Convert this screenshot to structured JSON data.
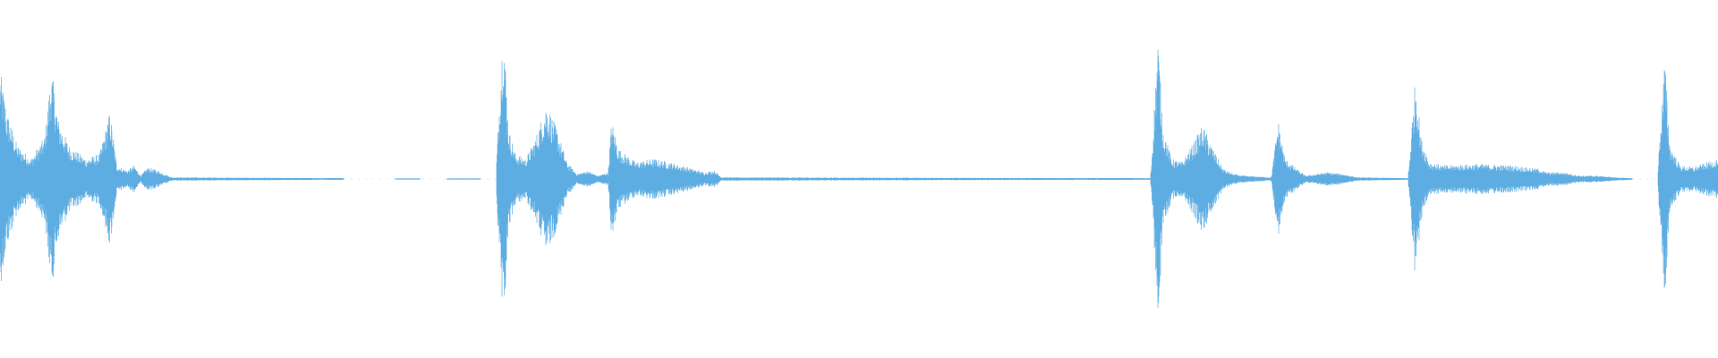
{
  "waveform": {
    "color": "#5dade2",
    "background": "#ffffff",
    "baseline_level": 0.0,
    "segments": [
      {
        "name": "burst-1",
        "start": 0.0,
        "end": 0.1,
        "peak": 0.7,
        "envelope": [
          [
            0.0,
            0.65
          ],
          [
            0.004,
            0.4
          ],
          [
            0.01,
            0.2
          ],
          [
            0.018,
            0.12
          ],
          [
            0.026,
            0.25
          ],
          [
            0.03,
            0.65
          ],
          [
            0.034,
            0.35
          ],
          [
            0.04,
            0.2
          ],
          [
            0.05,
            0.12
          ],
          [
            0.058,
            0.15
          ],
          [
            0.064,
            0.4
          ],
          [
            0.068,
            0.08
          ],
          [
            0.074,
            0.05
          ],
          [
            0.078,
            0.08
          ],
          [
            0.082,
            0.02
          ],
          [
            0.086,
            0.07
          ],
          [
            0.092,
            0.05
          ],
          [
            0.1,
            0.01
          ]
        ]
      },
      {
        "name": "trail-1",
        "start": 0.1,
        "end": 0.2,
        "peak": 0.01,
        "envelope": [
          [
            0.1,
            0.01
          ],
          [
            0.2,
            0.005
          ]
        ]
      },
      {
        "name": "burst-2",
        "start": 0.289,
        "end": 0.42,
        "peak": 0.95,
        "envelope": [
          [
            0.289,
            0.1
          ],
          [
            0.291,
            0.55
          ],
          [
            0.293,
            0.95
          ],
          [
            0.296,
            0.3
          ],
          [
            0.3,
            0.15
          ],
          [
            0.306,
            0.12
          ],
          [
            0.312,
            0.25
          ],
          [
            0.318,
            0.45
          ],
          [
            0.324,
            0.3
          ],
          [
            0.33,
            0.1
          ],
          [
            0.336,
            0.03
          ],
          [
            0.342,
            0.05
          ],
          [
            0.348,
            0.02
          ],
          [
            0.354,
            0.04
          ],
          [
            0.356,
            0.35
          ],
          [
            0.36,
            0.18
          ],
          [
            0.37,
            0.1
          ],
          [
            0.38,
            0.12
          ],
          [
            0.39,
            0.1
          ],
          [
            0.4,
            0.07
          ],
          [
            0.41,
            0.04
          ],
          [
            0.416,
            0.05
          ],
          [
            0.42,
            0.01
          ]
        ]
      },
      {
        "name": "trail-2",
        "start": 0.42,
        "end": 0.67,
        "peak": 0.01,
        "envelope": [
          [
            0.42,
            0.01
          ],
          [
            0.67,
            0.005
          ]
        ]
      },
      {
        "name": "burst-3",
        "start": 0.67,
        "end": 0.76,
        "peak": 0.85,
        "envelope": [
          [
            0.67,
            0.05
          ],
          [
            0.672,
            0.45
          ],
          [
            0.674,
            0.85
          ],
          [
            0.677,
            0.3
          ],
          [
            0.682,
            0.12
          ],
          [
            0.688,
            0.1
          ],
          [
            0.694,
            0.2
          ],
          [
            0.7,
            0.32
          ],
          [
            0.706,
            0.18
          ],
          [
            0.712,
            0.06
          ],
          [
            0.718,
            0.03
          ],
          [
            0.724,
            0.02
          ],
          [
            0.74,
            0.01
          ],
          [
            0.744,
            0.35
          ],
          [
            0.748,
            0.12
          ],
          [
            0.756,
            0.05
          ],
          [
            0.76,
            0.02
          ]
        ]
      },
      {
        "name": "trail-3",
        "start": 0.76,
        "end": 0.82,
        "peak": 0.04,
        "envelope": [
          [
            0.76,
            0.02
          ],
          [
            0.772,
            0.04
          ],
          [
            0.782,
            0.03
          ],
          [
            0.79,
            0.01
          ],
          [
            0.82,
            0.005
          ]
        ]
      },
      {
        "name": "burst-4",
        "start": 0.82,
        "end": 0.95,
        "peak": 0.62,
        "envelope": [
          [
            0.82,
            0.05
          ],
          [
            0.822,
            0.35
          ],
          [
            0.824,
            0.62
          ],
          [
            0.827,
            0.25
          ],
          [
            0.832,
            0.1
          ],
          [
            0.84,
            0.08
          ],
          [
            0.86,
            0.09
          ],
          [
            0.88,
            0.08
          ],
          [
            0.896,
            0.06
          ],
          [
            0.9,
            0.04
          ],
          [
            0.91,
            0.04
          ],
          [
            0.92,
            0.02
          ],
          [
            0.93,
            0.02
          ],
          [
            0.94,
            0.01
          ],
          [
            0.95,
            0.005
          ]
        ]
      },
      {
        "name": "burst-5",
        "start": 0.965,
        "end": 1.0,
        "peak": 0.72,
        "envelope": [
          [
            0.965,
            0.05
          ],
          [
            0.967,
            0.4
          ],
          [
            0.969,
            0.72
          ],
          [
            0.972,
            0.2
          ],
          [
            0.978,
            0.08
          ],
          [
            0.986,
            0.07
          ],
          [
            0.994,
            0.1
          ],
          [
            1.0,
            0.12
          ]
        ]
      }
    ],
    "noise_blips": [
      0.105,
      0.13,
      0.16,
      0.19,
      0.23,
      0.26,
      0.45,
      0.48,
      0.52,
      0.56,
      0.6,
      0.64,
      0.79,
      0.8
    ]
  }
}
